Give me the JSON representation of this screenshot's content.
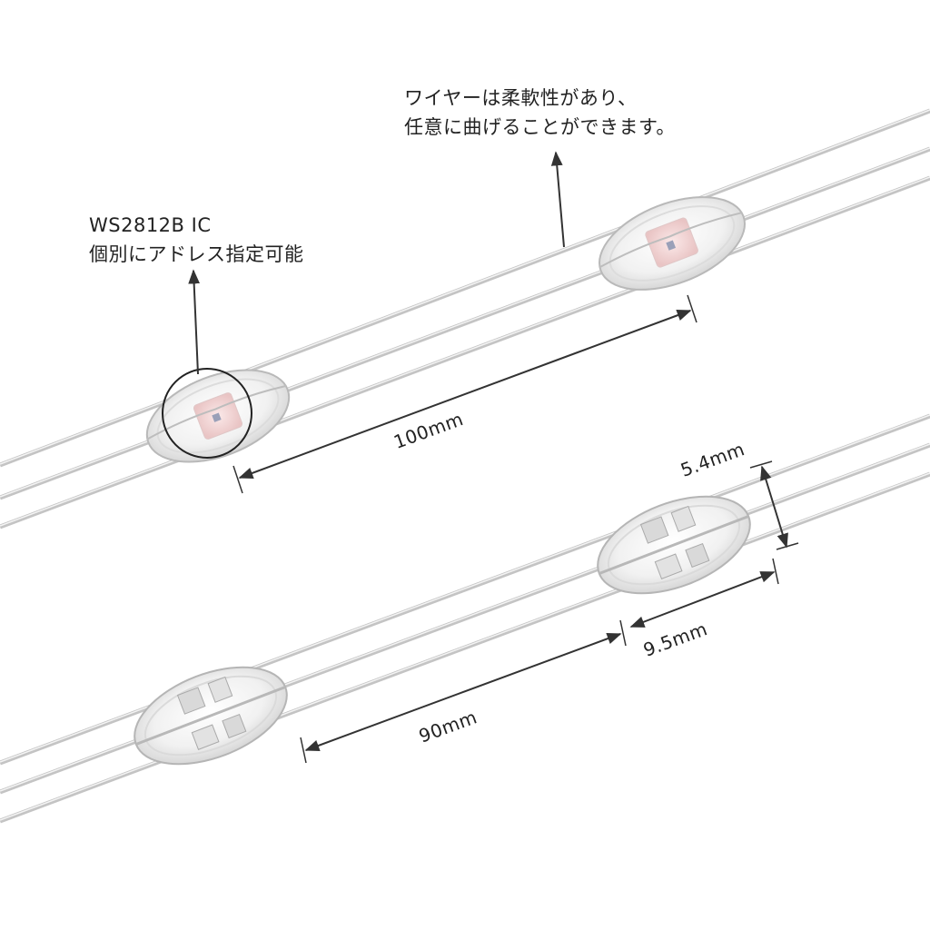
{
  "annotations": {
    "wire_note": {
      "line1": "ワイヤーは柔軟性があり、",
      "line2": "任意に曲げることができます。"
    },
    "ic_note": {
      "line1": "WS2812B IC",
      "line2": "個別にアドレス指定可能"
    }
  },
  "dimensions": {
    "led_spacing_top": "100mm",
    "led_spacing_bottom": "90mm",
    "led_length": "9.5mm",
    "led_width": "5.4mm"
  },
  "colors": {
    "wire": "#c9c9c9",
    "wire_highlight": "#f2f2f2",
    "dimension_line": "#333333",
    "led_chip": "#f3d5d5",
    "background": "#ffffff"
  }
}
